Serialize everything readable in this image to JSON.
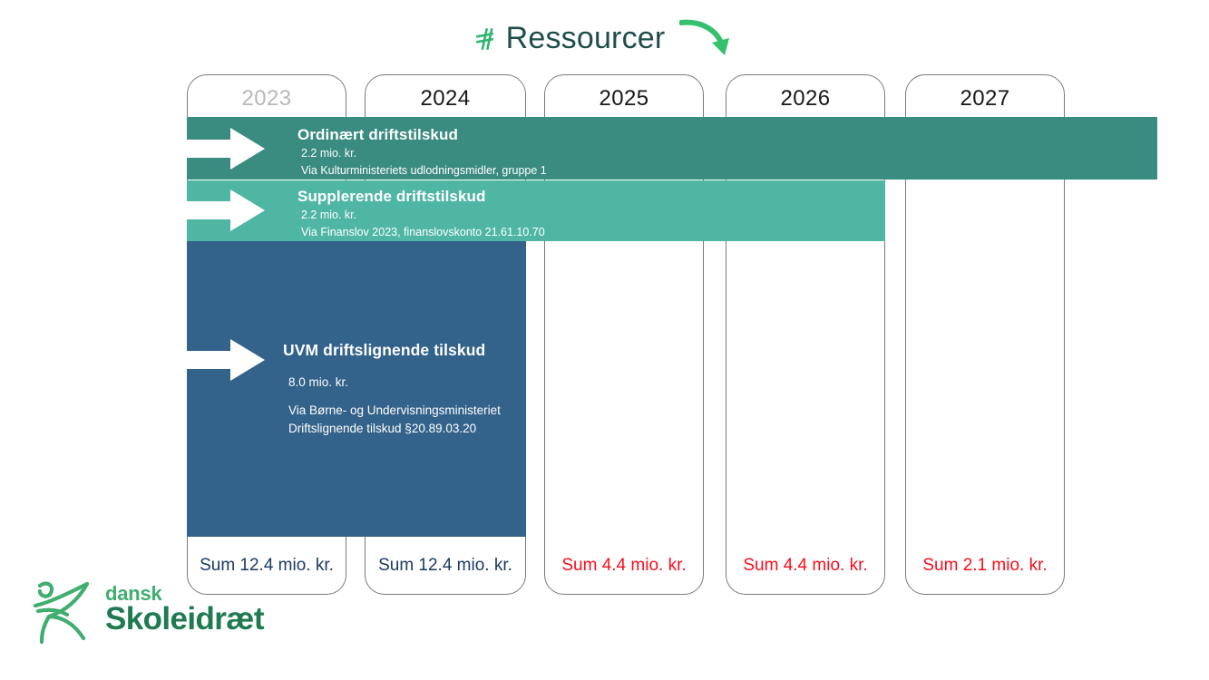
{
  "header": {
    "title": "Ressourcer",
    "icon": "plant-sprout-icon",
    "arrow": "curved-down-arrow-icon",
    "title_color": "#1f4e4a",
    "accent_green": "#35c06e"
  },
  "columns": [
    {
      "year": "2023",
      "sum": "Sum 12.4 mio. kr.",
      "muted": true,
      "alert": false
    },
    {
      "year": "2024",
      "sum": "Sum 12.4 mio. kr.",
      "muted": false,
      "alert": false
    },
    {
      "year": "2025",
      "sum": "Sum 4.4 mio. kr.",
      "muted": false,
      "alert": true
    },
    {
      "year": "2026",
      "sum": "Sum 4.4 mio. kr.",
      "muted": false,
      "alert": true
    },
    {
      "year": "2027",
      "sum": "Sum 2.1 mio. kr.",
      "muted": false,
      "alert": true
    }
  ],
  "bands": [
    {
      "id": "ordinaert",
      "title": "Ordinært driftstilskud",
      "amount": "2.2 mio. kr.",
      "note": "Via Kulturministeriets udlodningsmidler, gruppe 1",
      "note2": "",
      "color": "#3a8c80",
      "spans_years": "2023-2027"
    },
    {
      "id": "supplerende",
      "title": "Supplerende driftstilskud",
      "amount": "2.2 mio. kr.",
      "note": "Via Finanslov 2023, finanslovskonto 21.61.10.70",
      "note2": "",
      "color": "#4fb6a4",
      "spans_years": "2023-2026"
    },
    {
      "id": "uvm",
      "title": "UVM driftslignende tilskud",
      "amount": "8.0 mio. kr.",
      "note": "Via Børne- og Undervisningsministeriet",
      "note2": "Driftslignende tilskud §20.89.03.20",
      "color": "#33628b",
      "spans_years": "2023-2024"
    }
  ],
  "logo": {
    "top_word": "dansk",
    "main_word": "Skoleidræt",
    "mark": "running-figure-icon",
    "green_light": "#3fae6e",
    "green_dark": "#1f7a52"
  }
}
